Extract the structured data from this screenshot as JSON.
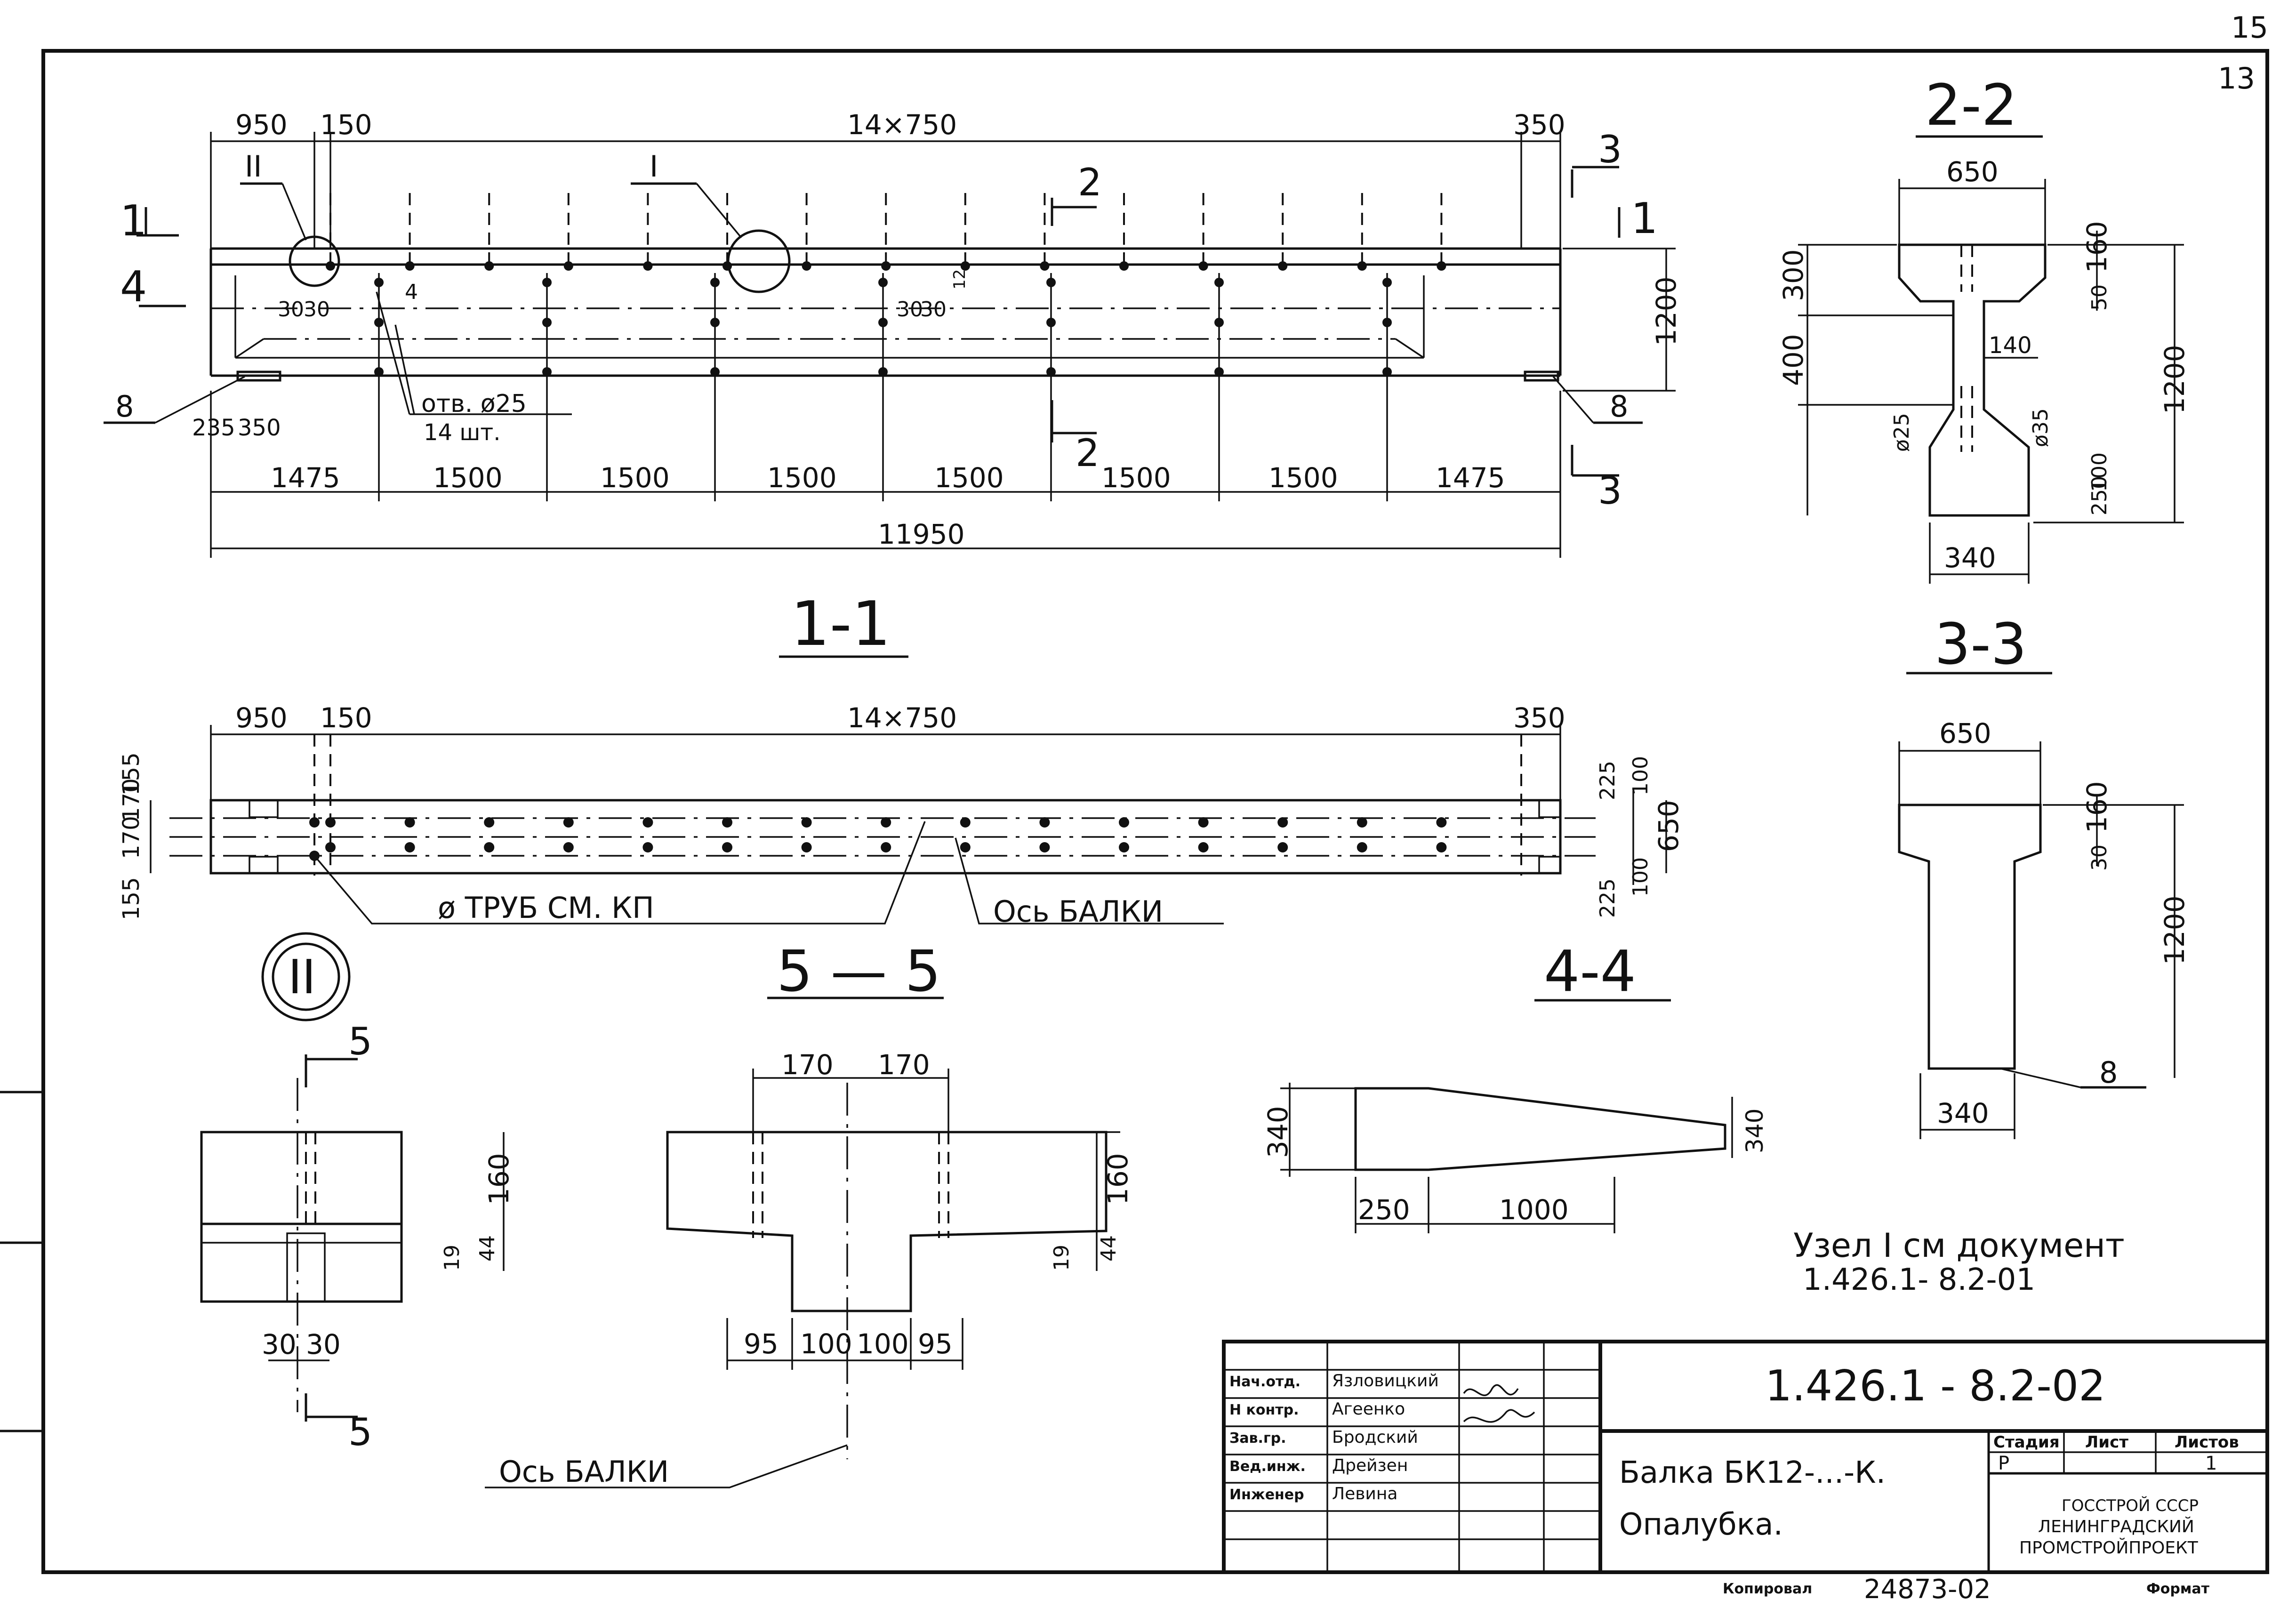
{
  "sheet_corner": {
    "page_num": "15",
    "sheet_num": "13"
  },
  "main_view": {
    "top_dims": [
      "950",
      "150",
      "14×750",
      "350"
    ],
    "section_marks": [
      "II",
      "I",
      "1",
      "4",
      "2",
      "3"
    ],
    "hole_dims": [
      "30",
      "30",
      "30",
      "30",
      "12",
      "4"
    ],
    "hole_note_1": "отв. ø25",
    "hole_note_2": "14 шт.",
    "support_plate": "8",
    "bottom_left_dims": [
      "235",
      "350"
    ],
    "segment_dims": [
      "1475",
      "1500",
      "1500",
      "1500",
      "1500",
      "1500",
      "1500",
      "1475"
    ],
    "total_length": "11950",
    "height": "1200"
  },
  "section_2_2": {
    "title": "2-2",
    "dims": [
      "650",
      "300",
      "400",
      "160",
      "50",
      "140",
      "1200",
      "ø25",
      "ø35",
      "100",
      "250",
      "340"
    ]
  },
  "section_3_3": {
    "title": "3-3",
    "dims": [
      "650",
      "160",
      "30",
      "1200",
      "8",
      "340"
    ]
  },
  "plan_1_1": {
    "title": "1-1",
    "top_dims": [
      "950",
      "150",
      "14×750",
      "350"
    ],
    "left_dims": [
      "155",
      "170",
      "170",
      "155"
    ],
    "right_dims": [
      "225",
      "100",
      "650",
      "100",
      "225"
    ],
    "note_pipes": "ø ТРУБ   СМ. КП",
    "note_axis": "Ось   БАЛКИ",
    "node_mark": "II"
  },
  "section_5_5": {
    "title": "5 — 5",
    "top_dims": [
      "170",
      "170"
    ],
    "right_dims": [
      "160",
      "19",
      "44"
    ],
    "bottom_dims": [
      "95",
      "100",
      "100",
      "95"
    ],
    "axis_note": "Ось   БАЛКИ"
  },
  "node_II_detail": {
    "marks": [
      "5",
      "5"
    ],
    "right_dims": [
      "160",
      "19",
      "44"
    ],
    "bottom_dims": [
      "30",
      "30"
    ]
  },
  "section_4_4": {
    "title": "4-4",
    "dims": [
      "340",
      "340",
      "250",
      "1000"
    ]
  },
  "note": {
    "line1": "Узел I см документ",
    "line2": "1.426.1- 8.2-01"
  },
  "title_block": {
    "code": "1.426.1 - 8.2-02",
    "roles": [
      "Нач.отд.",
      "Н контр.",
      "Зав.гр.",
      "Вед.инж.",
      "Инженер"
    ],
    "names": [
      "Язловицкий",
      "Агеенко",
      "Бродский",
      "Дрейзен",
      "Левина"
    ],
    "title_line1": "Балка БК12-...-К.",
    "title_line2": "Опалубка.",
    "stage_header": "Стадия",
    "sheet_header": "Лист",
    "sheets_header": "Листов",
    "stage_value": "Р",
    "sheets_value": "1",
    "org_line1": "ГОССТРОЙ СССР",
    "org_line2": "ЛЕНИНГРАДСКИЙ",
    "org_line3": "ПРОМСТРОЙПРОЕКТ"
  },
  "footer": {
    "copied_label": "Копировал",
    "inventory": "24873-02",
    "format_label": "Формат"
  }
}
